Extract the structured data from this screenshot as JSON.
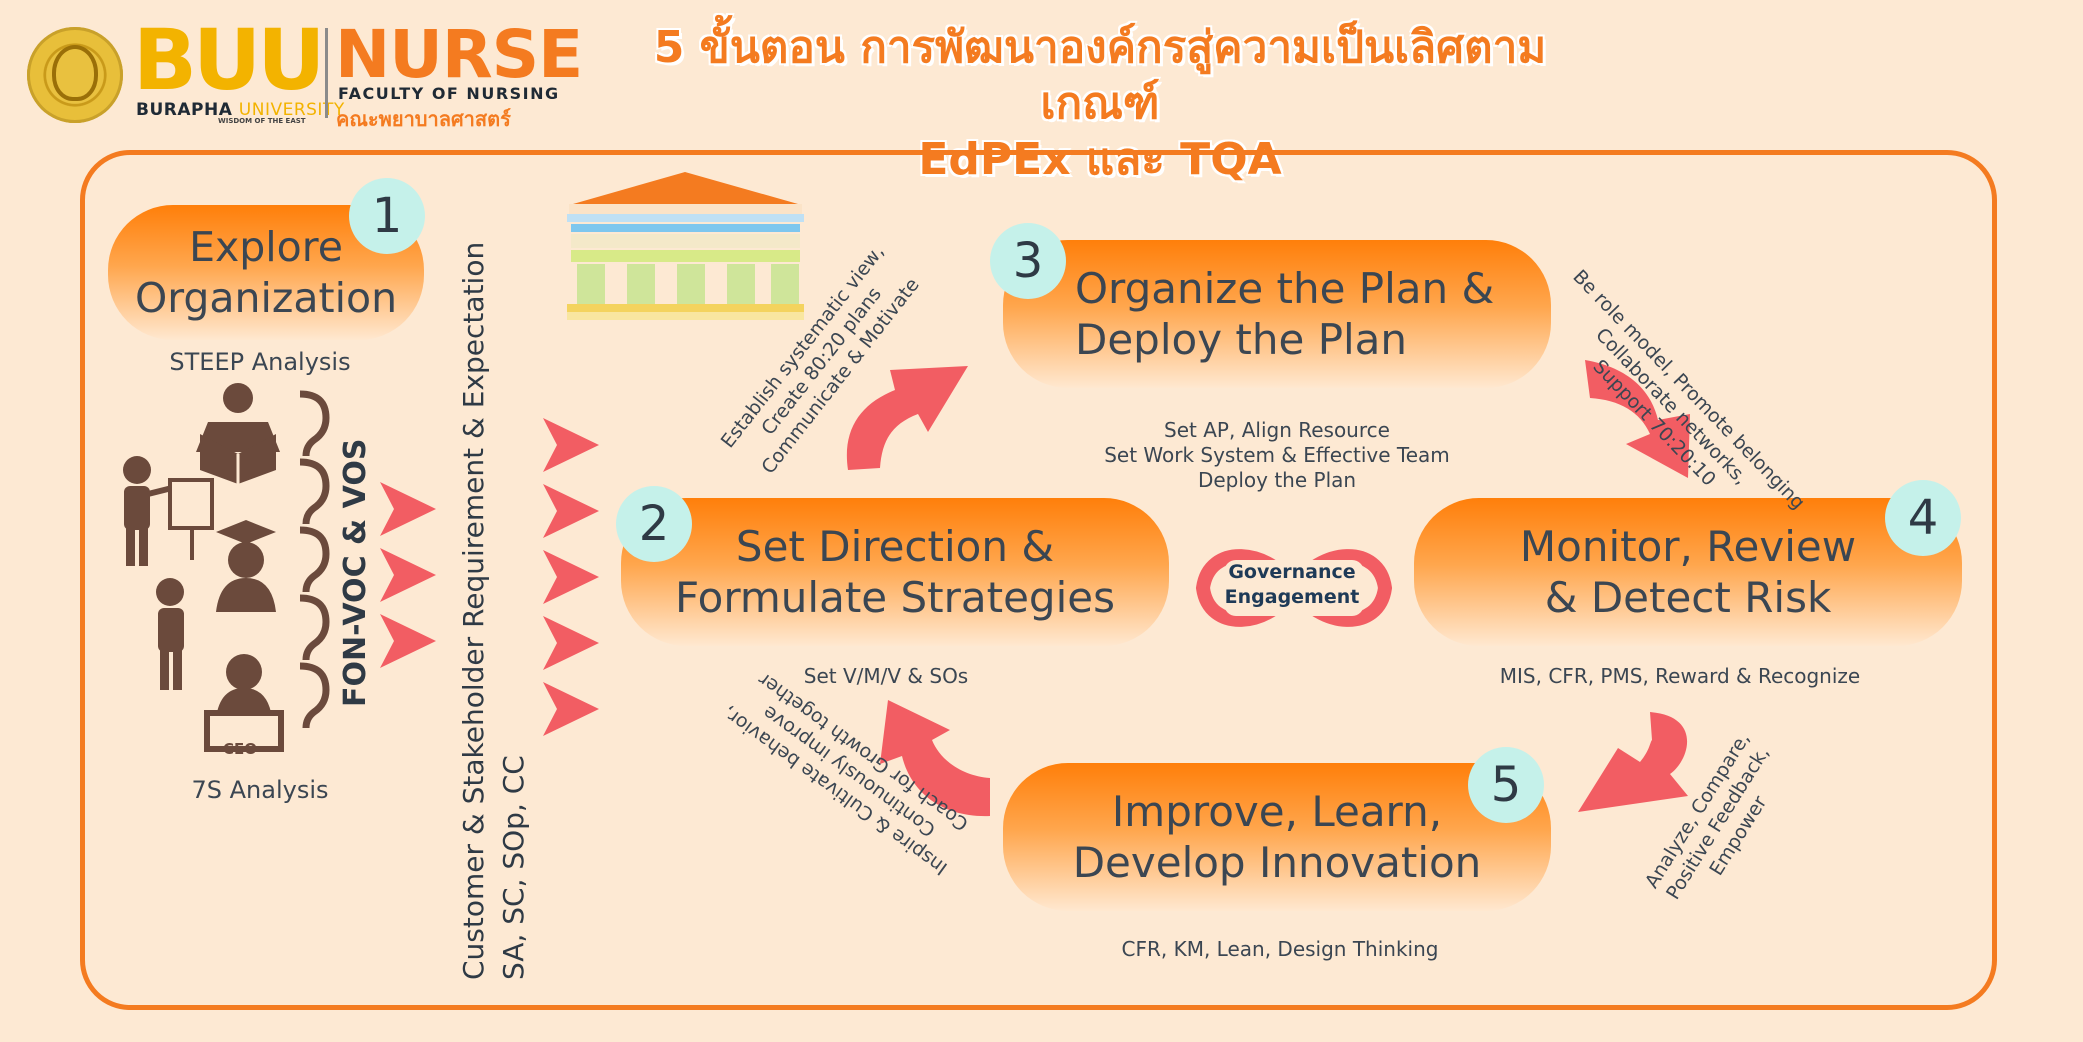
{
  "header": {
    "logo_buu": "BUU",
    "logo_buu_sub_1": "BURAPHA",
    "logo_buu_sub_2": "UNIVERSITY",
    "logo_buu_tagline": "WISDOM OF THE EAST",
    "logo_nurse": "NURSE",
    "logo_nurse_sub": "FACULTY OF NURSING",
    "logo_nurse_thai": "คณะพยาบาลศาสตร์",
    "title_line1": "5 ขั้นตอน การพัฒนาองค์กรสู่ความเป็นเลิศตามเกณฑ์",
    "title_line2": "EdPEx และ TQA"
  },
  "steps": [
    {
      "number": "1",
      "label_line1": "Explore",
      "label_line2": "Organization"
    },
    {
      "number": "2",
      "label_line1": "Set Direction &",
      "label_line2": "Formulate Strategies",
      "caption": "Set V/M/V & SOs"
    },
    {
      "number": "3",
      "label_line1": "Organize the Plan &",
      "label_line2": "Deploy the Plan",
      "caption_lines": [
        "Set AP, Align Resource",
        "Set Work System & Effective Team",
        "Deploy the Plan"
      ]
    },
    {
      "number": "4",
      "label_line1": "Monitor, Review",
      "label_line2": "& Detect Risk",
      "caption": "MIS, CFR, PMS, Reward & Recognize"
    },
    {
      "number": "5",
      "label_line1": "Improve, Learn,",
      "label_line2": "Develop Innovation",
      "caption": "CFR, KM, Lean, Design Thinking"
    }
  ],
  "explore": {
    "steep": "STEEP Analysis",
    "seven_s": "7S Analysis",
    "fon_voc": "FON-VOC & VOS",
    "ceo_sign": "CEO"
  },
  "customer_vertical": {
    "line1": "Customer & Stakeholder Requirement & Expectation",
    "line2": "SA, SC, SOp, CC"
  },
  "arcs": {
    "a23": [
      "Establish systematic view,",
      "Create 80:20 plans",
      "Communicate & Motivate"
    ],
    "a34": [
      "Be role model, Promote belonging",
      "Collaborate networks,",
      "Support 70:20:10"
    ],
    "a45": [
      "Analyze, Compare,",
      "Positive Feedback,",
      "Empower"
    ],
    "a52": [
      "Inspire & Cultivate behavior,",
      "Continuously improve",
      "Coach for Growth together"
    ]
  },
  "center": {
    "line1": "Governance",
    "line2": "Engagement"
  },
  "colors": {
    "orange": "#f47b20",
    "arrow_red": "#f25d63",
    "mint": "#c5f1ea",
    "bg": "#fde9d3",
    "brown": "#6b4a3c"
  }
}
